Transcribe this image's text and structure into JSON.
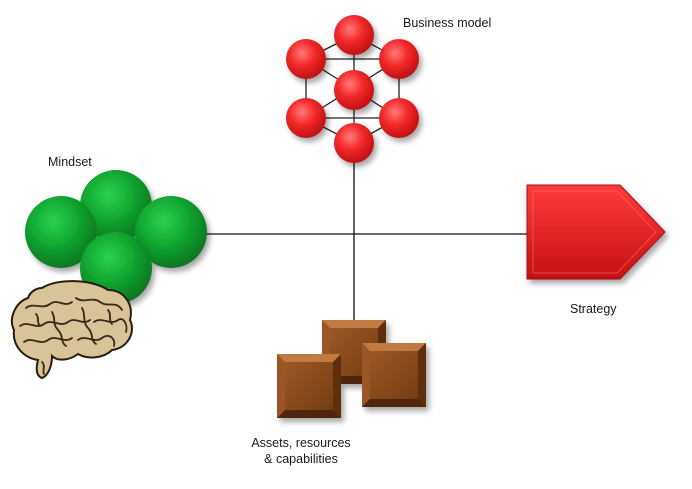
{
  "labels": {
    "mindset": "Mindset",
    "business_model": "Business model",
    "strategy": "Strategy",
    "assets_line1": "Assets, resources",
    "assets_line2": "& capabilities"
  },
  "colors": {
    "network_node": "#e8141b",
    "network_edge": "#222222",
    "mindset_circle": "#0c9a2b",
    "strategy_arrow": "#e5181c",
    "asset_box": "#8a4a1e",
    "connector_line": "#111111"
  },
  "icons": {
    "brain": "brain-illustration",
    "network": "business-model-network",
    "arrow": "strategy-arrow",
    "boxes": "asset-boxes"
  }
}
